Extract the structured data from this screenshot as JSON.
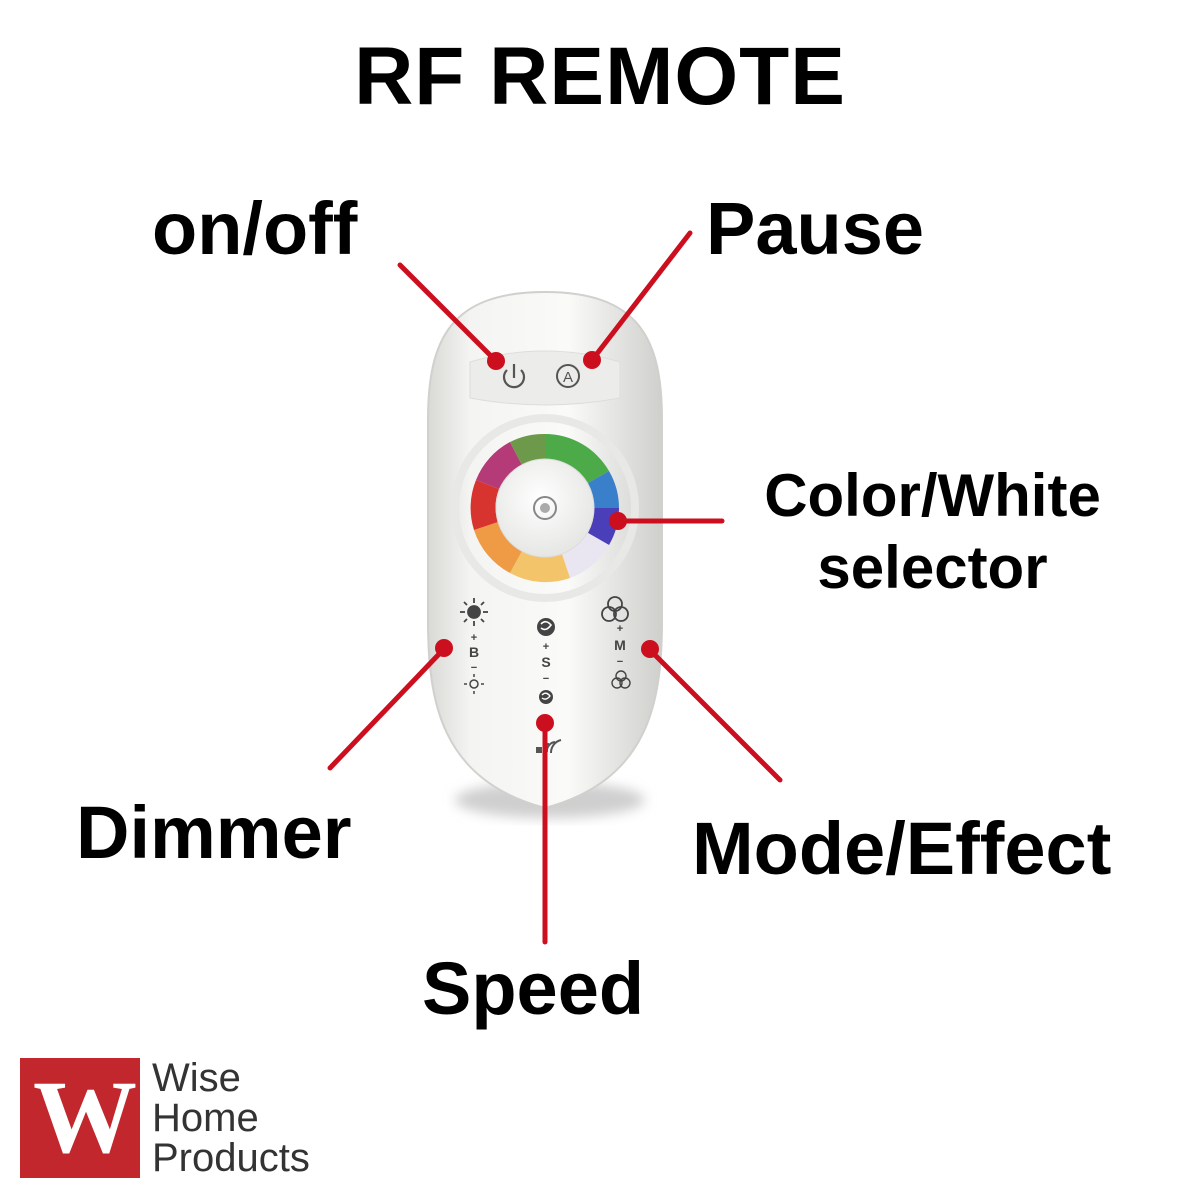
{
  "title": "RF REMOTE",
  "labels": {
    "on_off": "on/off",
    "pause": "Pause",
    "color_white_line1": "Color/White",
    "color_white_line2": "selector",
    "dimmer": "Dimmer",
    "mode_effect": "Mode/Effect",
    "speed": "Speed"
  },
  "remote": {
    "brightness_key": "B",
    "speed_key": "S",
    "mode_key": "M",
    "plus": "+",
    "minus": "−",
    "pause_glyph": "A"
  },
  "logo": {
    "mark": "W",
    "line1": "Wise",
    "line2": "Home",
    "line3": "Products"
  },
  "colors": {
    "pointer": "#cc0f1f",
    "logo_red": "#c1272d",
    "remote_body": "#f3f3f1"
  }
}
